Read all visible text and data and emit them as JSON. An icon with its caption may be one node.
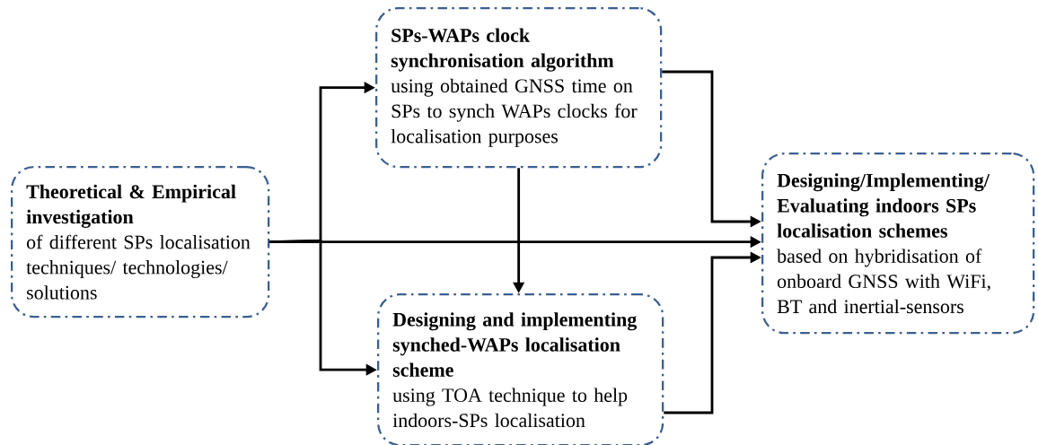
{
  "diagram": {
    "nodes": [
      {
        "text": [
          "Theoretical & Empirical investigation",
          "of different SPs localisation techniques/ technologies/ solutions"
        ]
      },
      {
        "text": [
          "SPs-WAPs clock synchronisation algorithm",
          "using obtained GNSS time on SPs to synch WAPs clocks for localisation purposes"
        ]
      },
      {
        "text": [
          "Designing and implementing synched-WAPs localisation scheme",
          "using TOA technique to help indoors-SPs localisation"
        ]
      },
      {
        "text": [
          "Designing/Implementing/ Evaluating indoors SPs localisation schemes",
          "based on hybridisation of onboard GNSS with WiFi, BT and inertial-sensors"
        ]
      }
    ],
    "edges": [
      {
        "from": 0,
        "to": 1,
        "arrow": "to"
      },
      {
        "from": 0,
        "to": 2,
        "arrow": "to"
      },
      {
        "from": 0,
        "to": 3,
        "arrow": "to"
      },
      {
        "from": 1,
        "to": 2,
        "arrow": "to"
      },
      {
        "from": 1,
        "to": 3,
        "arrow": "to"
      },
      {
        "from": 2,
        "to": 3,
        "arrow": "to"
      }
    ]
  }
}
